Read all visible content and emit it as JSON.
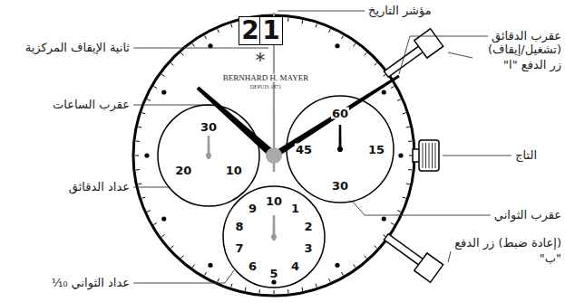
{
  "diagram": {
    "nodes": [
      {
        "text": [
          "BERNHARD H. MAYER",
          "DEPUIS 1871"
        ]
      },
      {
        "text": [
          "2"
        ],
        "in": 0
      },
      {
        "text": [
          "1"
        ],
        "in": 0
      },
      {
        "text": [
          "30",
          "20",
          "10"
        ],
        "in": 0
      },
      {
        "text": [
          "60",
          "15",
          "30",
          "45"
        ],
        "in": 0
      },
      {
        "text": [
          "10",
          "1",
          "2",
          "3",
          "4",
          "5",
          "6",
          "7",
          "8",
          "9"
        ],
        "in": 0
      }
    ],
    "labels": [
      "مؤشر التاريخ",
      "ثانية الإيقاف المركزية",
      "عقرب الدقائق",
      "(تشغيل/إيقاف) زر الدفع \"ا\"",
      "عقرب الساعات",
      "التاج",
      "عداد الدقائق",
      "عقرب الثواني",
      "(إعادة ضبط) زر الدفع \"ب\"",
      "عداد الثواني ⅒"
    ]
  }
}
